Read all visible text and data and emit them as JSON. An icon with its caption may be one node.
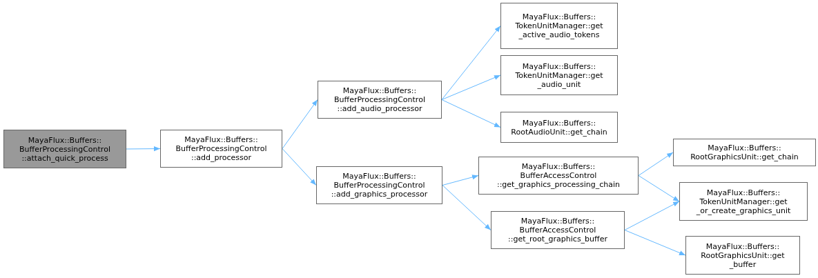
{
  "diagram": {
    "nodes": [
      {
        "text": [
          "MayaFlux::Buffers:: BufferProcessingControl ::attach_quick_process"
        ]
      },
      {
        "text": [
          "MayaFlux::Buffers:: BufferProcessingControl ::add_processor"
        ]
      },
      {
        "text": [
          "MayaFlux::Buffers:: BufferProcessingControl ::add_audio_processor"
        ]
      },
      {
        "text": [
          "MayaFlux::Buffers:: BufferProcessingControl ::add_graphics_processor"
        ]
      },
      {
        "text": [
          "MayaFlux::Buffers:: TokenUnitManager::get _active_audio_tokens"
        ]
      },
      {
        "text": [
          "MayaFlux::Buffers:: TokenUnitManager::get _audio_unit"
        ]
      },
      {
        "text": [
          "MayaFlux::Buffers:: RootAudioUnit::get_chain"
        ]
      },
      {
        "text": [
          "MayaFlux::Buffers:: BufferAccessControl ::get_graphics_processing_chain"
        ]
      },
      {
        "text": [
          "MayaFlux::Buffers:: BufferAccessControl ::get_root_graphics_buffer"
        ]
      },
      {
        "text": [
          "MayaFlux::Buffers:: RootGraphicsUnit::get_chain"
        ]
      },
      {
        "text": [
          "MayaFlux::Buffers:: TokenUnitManager::get _or_create_graphics_unit"
        ]
      },
      {
        "text": [
          "MayaFlux::Buffers:: RootGraphicsUnit::get _buffer"
        ]
      }
    ],
    "edges": [
      {
        "from": 0,
        "to": 1,
        "arrow": "to"
      },
      {
        "from": 1,
        "to": 2,
        "arrow": "to"
      },
      {
        "from": 1,
        "to": 3,
        "arrow": "to"
      },
      {
        "from": 2,
        "to": 4,
        "arrow": "to"
      },
      {
        "from": 2,
        "to": 5,
        "arrow": "to"
      },
      {
        "from": 2,
        "to": 6,
        "arrow": "to"
      },
      {
        "from": 3,
        "to": 7,
        "arrow": "to"
      },
      {
        "from": 3,
        "to": 8,
        "arrow": "to"
      },
      {
        "from": 7,
        "to": 9,
        "arrow": "to"
      },
      {
        "from": 7,
        "to": 10,
        "arrow": "to"
      },
      {
        "from": 8,
        "to": 10,
        "arrow": "to"
      },
      {
        "from": 8,
        "to": 11,
        "arrow": "to"
      }
    ]
  }
}
